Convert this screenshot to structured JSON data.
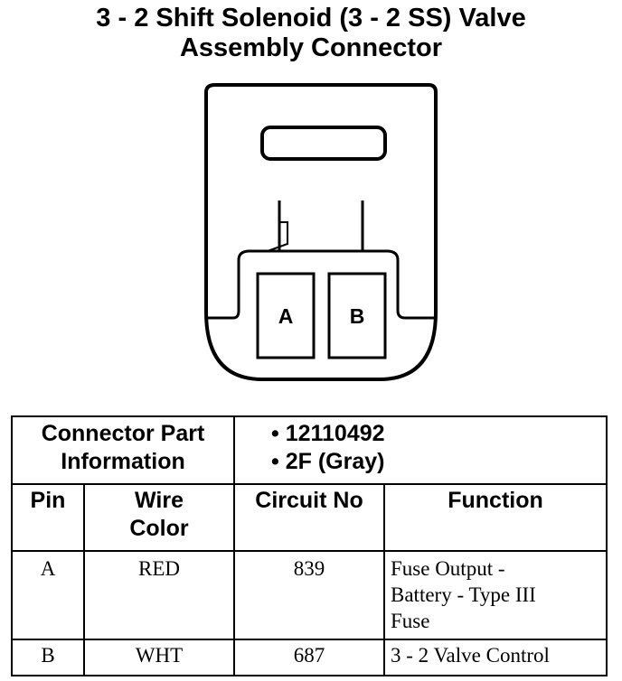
{
  "title": {
    "line1": "3 - 2 Shift Solenoid (3 - 2 SS) Valve",
    "line2": "Assembly Connector"
  },
  "connector": {
    "pins": [
      "A",
      "B"
    ]
  },
  "table": {
    "part_info_label_line1": "Connector Part",
    "part_info_label_line2": "Information",
    "part_numbers": [
      "• 12110492",
      "• 2F (Gray)"
    ],
    "headers": {
      "pin": "Pin",
      "wire_color_line1": "Wire",
      "wire_color_line2": "Color",
      "circuit_no": "Circuit No",
      "function": "Function"
    },
    "rows": [
      {
        "pin": "A",
        "wire_color": "RED",
        "circuit_no": "839",
        "function_lines": [
          "Fuse Output -",
          "Battery - Type III",
          "Fuse"
        ]
      },
      {
        "pin": "B",
        "wire_color": "WHT",
        "circuit_no": "687",
        "function_lines": [
          "3 - 2 Valve Control"
        ]
      }
    ]
  }
}
